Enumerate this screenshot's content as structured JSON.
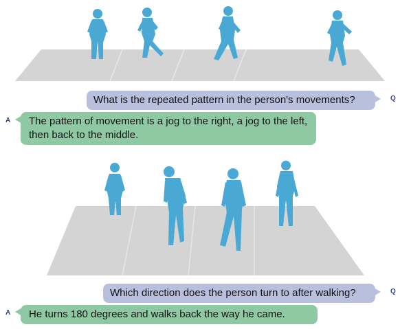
{
  "panels": [
    {
      "question": "What is the repeated pattern in the person's movements?",
      "answer": "The pattern of movement is a jog to the right, a jog to the left, then back to the middle."
    },
    {
      "question": "Which direction does the person turn to after walking?",
      "answer": "He turns 180 degrees and walks back the way he came."
    }
  ],
  "labels": {
    "q": "Q",
    "a": "A"
  },
  "colors": {
    "figure": "#4aa8d4",
    "floor": "#d4d4d4",
    "question_bg": "#b8c0dd",
    "answer_bg": "#8ec9a4",
    "tag": "#2f3f86"
  }
}
